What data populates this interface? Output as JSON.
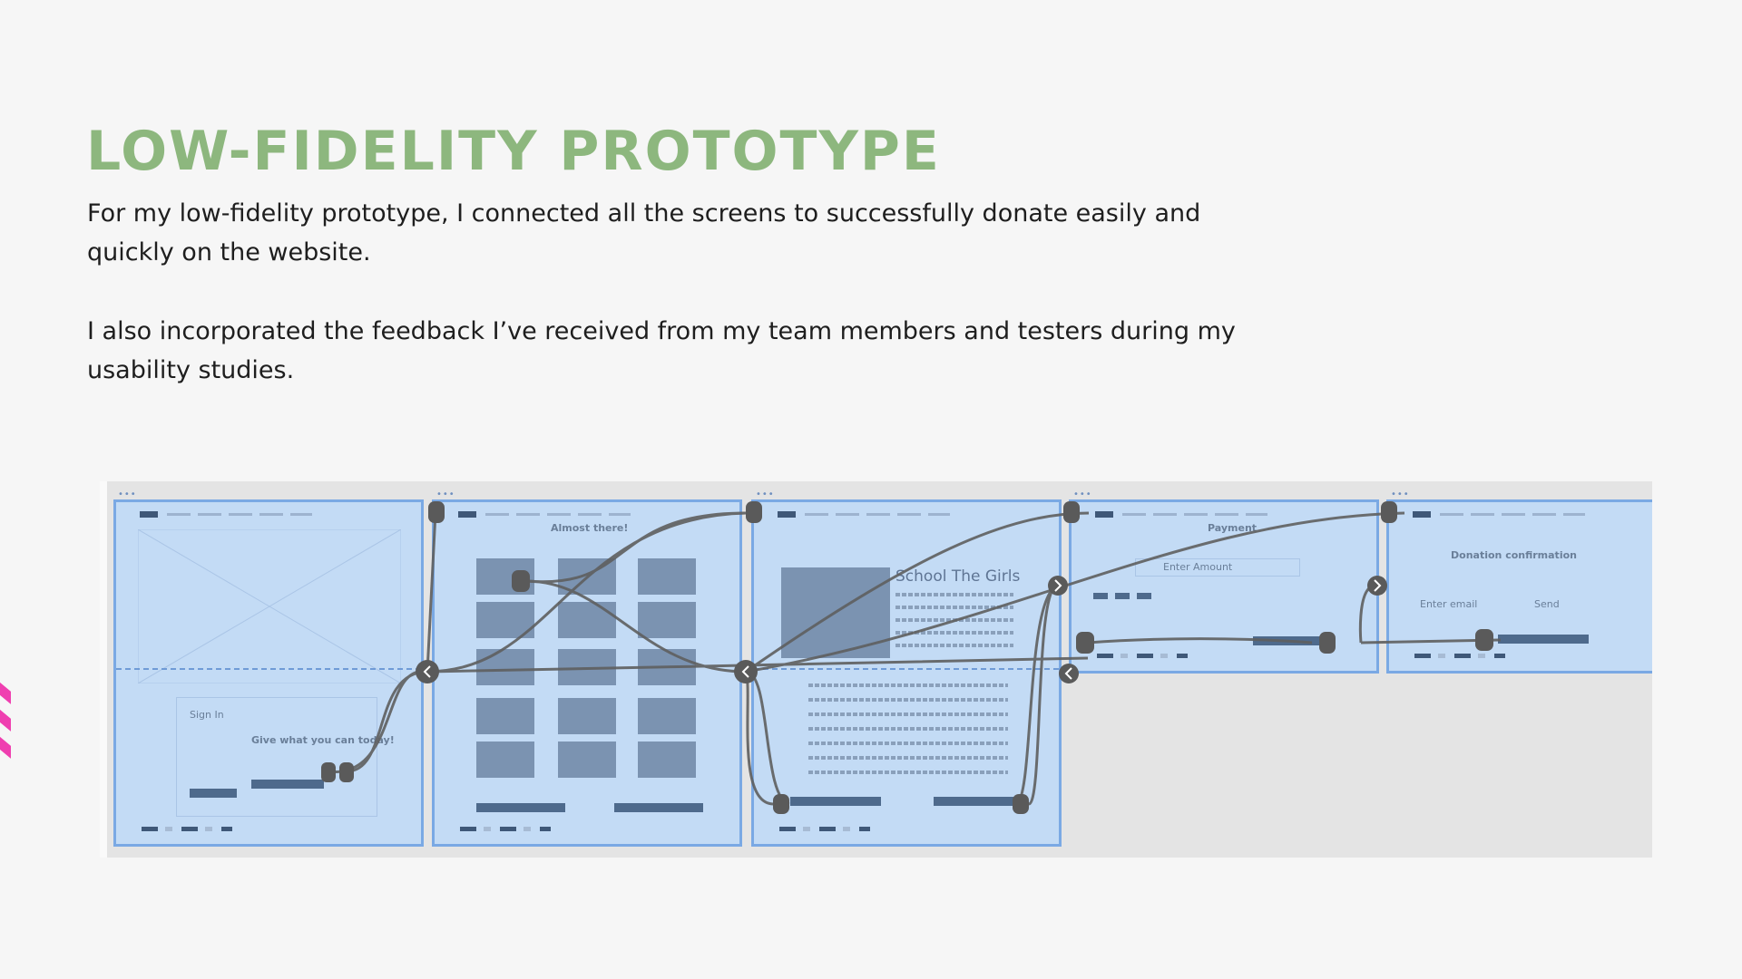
{
  "title": "LOW-FIDELITY PROTOTYPE",
  "paragraphs": [
    "For my low-fidelity prototype, I connected all the screens to successfully donate easily and quickly on the website.",
    "I also incorporated the feedback I’ve received from my team members and testers during my usability studies."
  ],
  "prototype": {
    "frame_marker": "•••",
    "screens": [
      {
        "name": "home",
        "heading": "Sign In",
        "cta": "Give what you can today!"
      },
      {
        "name": "campaigns",
        "heading": "Almost there!"
      },
      {
        "name": "campaign-detail",
        "heading": "School The Girls"
      },
      {
        "name": "payment",
        "heading": "Payment",
        "field": "Enter Amount"
      },
      {
        "name": "confirmation",
        "heading": "Donation confirmation",
        "field": "Enter email",
        "button": "Send"
      }
    ]
  },
  "colors": {
    "title": "#8db77e",
    "accent": "#ef3fb0",
    "frame": "#c3dbf5",
    "wire": "#5f5f5f"
  }
}
